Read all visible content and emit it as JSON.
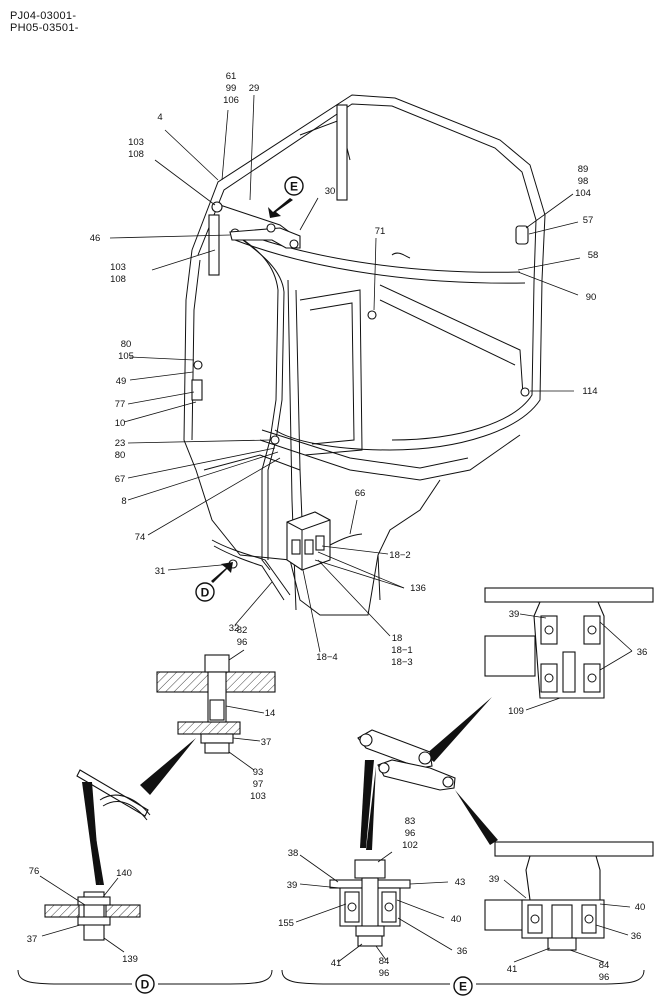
{
  "header": {
    "line1": "PJ04-03001-",
    "line2": "PH05-03501-"
  },
  "markers": {
    "d": "D",
    "e": "E"
  },
  "labels": {
    "l61": "61",
    "l99": "99",
    "l106": "106",
    "l29": "29",
    "l4": "4",
    "l103a": "103",
    "l108a": "108",
    "l30": "30",
    "l89": "89",
    "l98": "98",
    "l104": "104",
    "l57": "57",
    "l46": "46",
    "l103b": "103",
    "l108b": "108",
    "l71": "71",
    "l58": "58",
    "l90": "90",
    "l80a": "80",
    "l105": "105",
    "l49": "49",
    "l77": "77",
    "l10": "10",
    "l114": "114",
    "l23": "23",
    "l80b": "80",
    "l67": "67",
    "l8": "8",
    "l66": "66",
    "l74": "74",
    "l18_2": "18−2",
    "l136": "136",
    "l31": "31",
    "l32": "32",
    "l18": "18",
    "l18_1": "18−1",
    "l18_3": "18−3",
    "l18_4": "18−4",
    "l82": "82",
    "l96a": "96",
    "l14": "14",
    "l37a": "37",
    "l93": "93",
    "l97": "97",
    "l103c": "103",
    "l39a": "39",
    "l36a": "36",
    "l109": "109",
    "l83": "83",
    "l96b": "96",
    "l102": "102",
    "l38": "38",
    "l43": "43",
    "l39b": "39",
    "l155": "155",
    "l40a": "40",
    "l41a": "41",
    "l84a": "84",
    "l96c": "96",
    "l36b": "36",
    "l39c": "39",
    "l40b": "40",
    "l36c": "36",
    "l41b": "41",
    "l84b": "84",
    "l96d": "96",
    "l76": "76",
    "l140": "140",
    "l37b": "37",
    "l139": "139"
  }
}
